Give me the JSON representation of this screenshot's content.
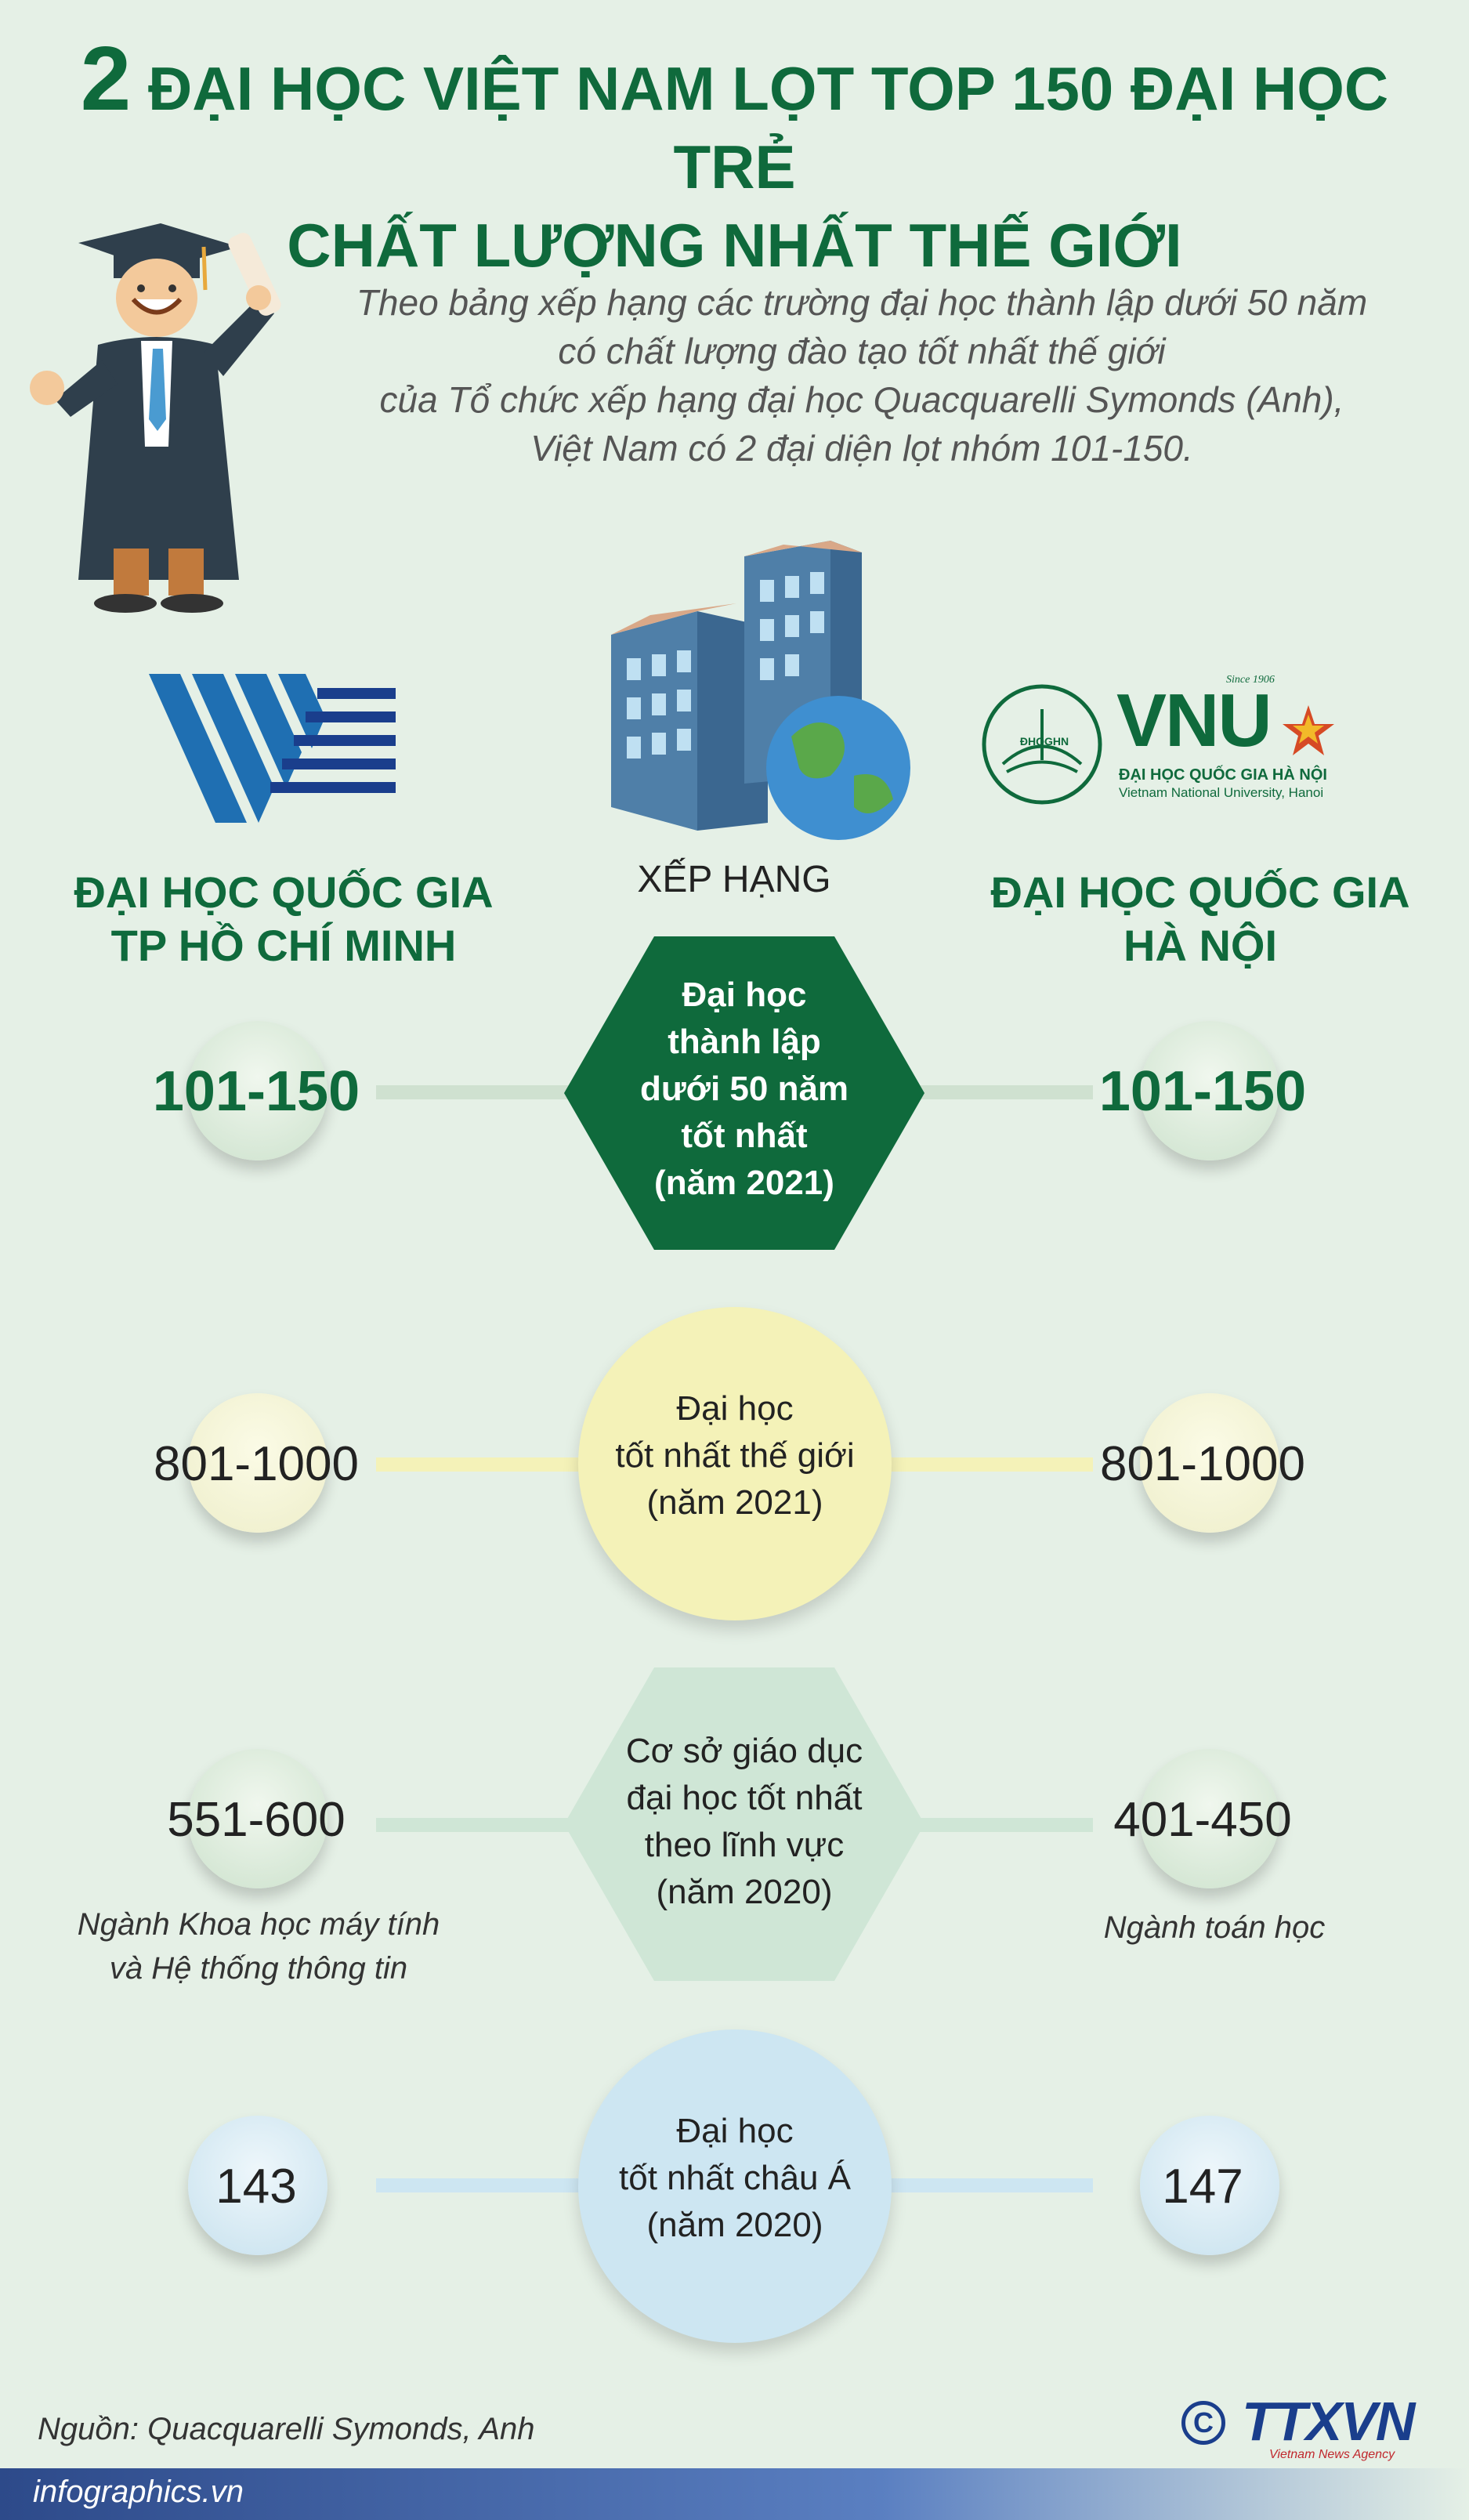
{
  "header": {
    "title_num": "2",
    "title_line1": "ĐẠI HỌC VIỆT NAM LỌT TOP 150 ĐẠI HỌC TRẺ",
    "title_line2": "CHẤT LƯỢNG NHẤT THẾ GIỚI"
  },
  "intro": {
    "line1": "Theo bảng xếp hạng các trường đại học thành lập dưới 50 năm",
    "line2": "có chất lượng đào tạo tốt nhất thế giới",
    "line3": "của Tổ chức xếp hạng đại học Quacquarelli Symonds (Anh),",
    "line4": "Việt Nam có 2 đại diện lọt nhóm 101-150."
  },
  "vnu_logo": {
    "seal_text": "ĐHQGHN",
    "brand": "VNU",
    "since": "Since 1906",
    "name_vn": "ĐẠI HỌC QUỐC GIA HÀ NỘI",
    "name_en": "Vietnam National University, Hanoi"
  },
  "universities": {
    "left_line1": "ĐẠI HỌC QUỐC GIA",
    "left_line2": "TP HỒ CHÍ MINH",
    "right_line1": "ĐẠI HỌC QUỐC GIA",
    "right_line2": "HÀ NỘI",
    "center_label": "XẾP HẠNG"
  },
  "rankings": [
    {
      "category_lines": [
        "Đại học",
        "thành lập",
        "dưới 50 năm",
        "tốt nhất",
        "(năm 2021)"
      ],
      "left": "101-150",
      "right": "101-150"
    },
    {
      "category_lines": [
        "Đại học",
        "tốt nhất thế giới",
        "(năm 2021)"
      ],
      "left": "801-1000",
      "right": "801-1000"
    },
    {
      "category_lines": [
        "Cơ sở giáo dục",
        "đại học tốt nhất",
        "theo lĩnh vực",
        "(năm 2020)"
      ],
      "left": "551-600",
      "right": "401-450",
      "left_note_line1": "Ngành Khoa học máy tính",
      "left_note_line2": "và Hệ thống thông tin",
      "right_note": "Ngành toán học"
    },
    {
      "category_lines": [
        "Đại học",
        "tốt nhất châu Á",
        "(năm 2020)"
      ],
      "left": "143",
      "right": "147"
    }
  ],
  "footer": {
    "source": "Nguồn: Quacquarelli Symonds, Anh",
    "site": "infographics.vn",
    "copyright_symbol": "C",
    "agency_logo": "TTXVN",
    "agency_sub": "Vietnam News Agency"
  },
  "colors": {
    "background": "#e5f0e6",
    "brand_green": "#0f6a3c",
    "row1_line": "#cfe1d0",
    "row2_fill": "#f4f2b8",
    "row3_fill": "#cfe6d6",
    "row4_fill": "#cde6f2",
    "footer_blue": "#2d4a8a"
  }
}
